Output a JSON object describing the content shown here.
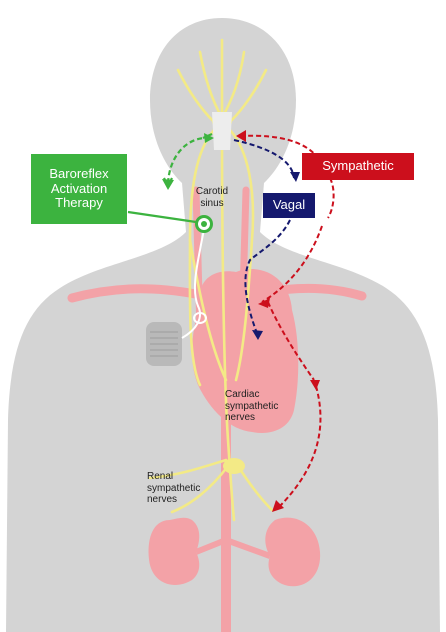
{
  "labels": {
    "baroreflex": "Baroreflex\nActivation\nTherapy",
    "sympathetic": "Sympathetic",
    "vagal": "Vagal",
    "carotid_sinus": "Carotid\nsinus",
    "cardiac_nerves": "Cardiac\nsympathetic\nnerves",
    "renal_nerves": "Renal\nsympathetic\nnerves"
  },
  "colors": {
    "body": "#d4d4d4",
    "vessel": "#f3a2a7",
    "nerve": "#f3ea86",
    "baroreflex": "#3cb33f",
    "sympathetic": "#cc0f1c",
    "vagal": "#15196e",
    "device": "#b9b9b9"
  }
}
